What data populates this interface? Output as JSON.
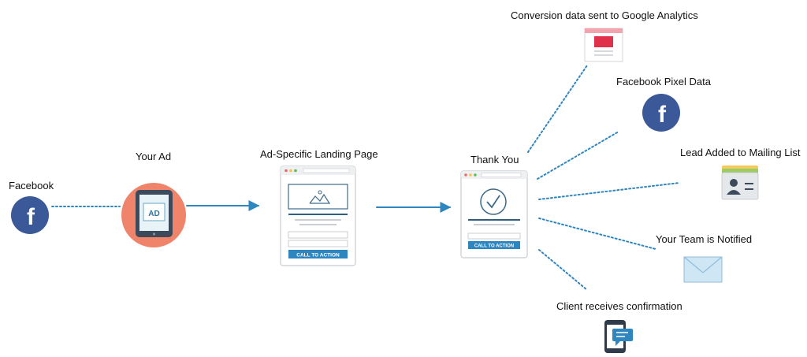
{
  "labels": {
    "facebook": "Facebook",
    "your_ad": "Your Ad",
    "landing_page": "Ad-Specific Landing Page",
    "thank_you": "Thank You",
    "google_analytics": "Conversion data sent to Google Analytics",
    "pixel": "Facebook Pixel Data",
    "mailing_list": "Lead Added to Mailing List",
    "team": "Your Team is Notified",
    "client": "Client receives confirmation"
  },
  "ad_badge": "AD",
  "cta": "CALL TO ACTION",
  "facebook_glyph": "f",
  "colors": {
    "facebook_blue": "#3b5998",
    "ad_circle": "#f0846a",
    "arrow": "#2e86c1",
    "cta_bg": "#2e86c1",
    "card_border": "#c8ccd0",
    "analytics_red": "#e0304a"
  },
  "icons": [
    "facebook-icon",
    "ad-tablet-icon",
    "analytics-icon",
    "pixel-facebook-icon",
    "contact-card-icon",
    "envelope-icon",
    "phone-chat-icon",
    "checkmark-icon",
    "image-icon"
  ]
}
